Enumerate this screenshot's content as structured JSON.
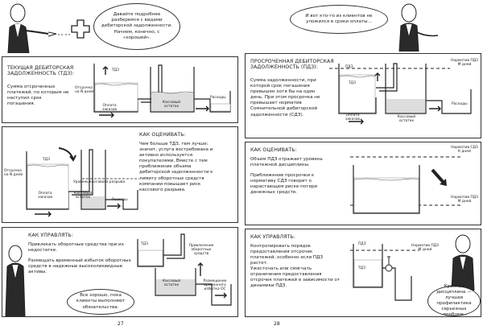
{
  "left": {
    "intro_bubble": "Давайте подробнее разберемся с видами дебиторской задолженности. Начнем, конечно, с «хорошей».",
    "section1": {
      "title": "Текущая дебиторская задолженность (ТДЗ):",
      "body": "Сумма отсроченных платежей, по которым не наступил срок погашения.",
      "diagram": {
        "deferral": "Отсрочка на N дней",
        "tdz": "ТДЗ",
        "payment": "Оплата заказов",
        "cash": "Кассовый остаток",
        "expenses": "Расходы"
      }
    },
    "section2": {
      "title": "Как оценивать:",
      "body": "Чем больше ТДЗ, тем лучше: значит, услуга востребована и активно используется покупателями. Вместе с тем приближение объема дебиторской задолженности к лимиту оборотных средств компании повышает риск кассового разрыва.",
      "diagram": {
        "deferral": "Отсрочка на N дней",
        "tdz": "ТДЗ",
        "gap": "Уровень кассового разрыва",
        "payment": "Оплата заказов",
        "cash": "Кассовый остаток",
        "expenses": "Расходы"
      }
    },
    "section3": {
      "title": "Как управлять:",
      "p1": "Привлекать оборотные средства при их недостатке.",
      "p2": "Размещать временный избыток оборотных средств в надежные высоколиквидные активы.",
      "bubble": "Все хорошо, пока клиенты выполняют обязательства.",
      "diagram": {
        "attract": "Привлечение оборотных средств",
        "cash": "Кассовый остаток",
        "placement": "Размещение временного избытка ОС",
        "tdz": "ТДЗ"
      }
    },
    "page_number": "27"
  },
  "right": {
    "intro_bubble": "И вот кто-то из клиентов не уложился в сроки оплаты...",
    "section1": {
      "title": "Просроченная дебиторская задолженность (ПДЗ):",
      "body": "Сумма задолженности, при которой срок погашения превышен хотя бы на один день. При этом просрочка не превышает норматив Сомнительной дебиторской задолженности (СДЗ).",
      "diagram": {
        "tdz": "ТДЗ",
        "pdz": "ПДЗ",
        "norm_pdz": "Норматив ПДЗ M дней",
        "payment": "Оплата заказов",
        "cash": "Кассовый остаток",
        "expenses": "Расходы"
      }
    },
    "section2": {
      "title": "Как оценивать:",
      "p1": "Объем ПДЗ отражает уровень платежной дисциплины.",
      "p2": "Приближение просрочки к нормативу СДЗ говорит о нарастающем риске потери денежных средств.",
      "diagram": {
        "norm_sdz": "Норматив СДЗ K дней",
        "norm_pdz": "Норматив ПДЗ M дней"
      }
    },
    "section3": {
      "title": "Как управлять:",
      "p1": "Контролировать порядок предоставления отсрочек платежей, особенно если ПДЗ растет.",
      "p2": "Ужесточать или смягчать ограничения предоставления отсрочек платежей в зависимости от динамики ПДЗ.",
      "bubble": "Крепкая дисциплина — лучшая профилактика серьезных проблем.",
      "diagram": {
        "pdz": "ПДЗ",
        "tdz": "ТДЗ",
        "norm_pdz": "Норматив ПДЗ M дней"
      }
    },
    "page_number": "28"
  }
}
